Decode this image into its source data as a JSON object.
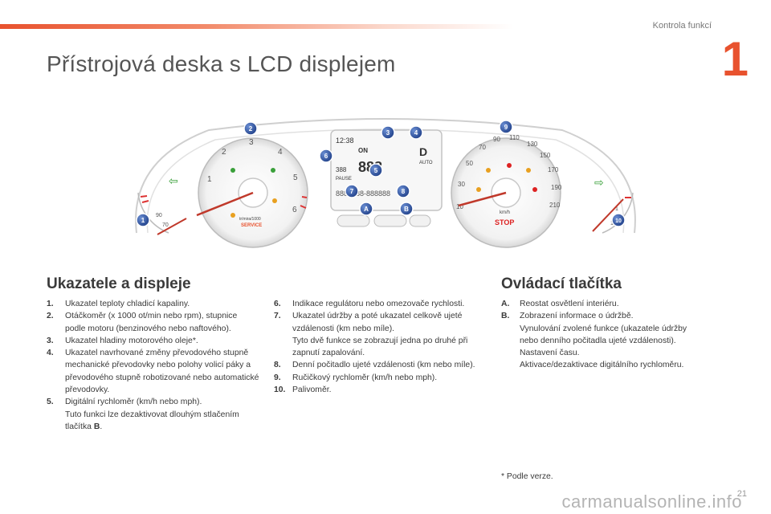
{
  "header": {
    "section_label": "Kontrola funkcí",
    "chapter_number": "1",
    "page_number": "21",
    "accent_color": "#e8522e"
  },
  "page": {
    "title": "Přístrojová deska s LCD displejem"
  },
  "cluster": {
    "tach_unit": "tr/mira/1000",
    "service_label": "SERVICE",
    "speed_unit": "km/h",
    "stop_label": "STOP",
    "pause_label": "PAUSE",
    "on_label": "ON",
    "auto_label": "AUTO",
    "time_display": "12:38",
    "gear_display": "D",
    "speed_digits": "888",
    "markers": [
      "1",
      "2",
      "3",
      "4",
      "5",
      "6",
      "7",
      "8",
      "9",
      "10",
      "A",
      "B"
    ]
  },
  "indicators": {
    "heading": "Ukazatele a displeje",
    "items": [
      {
        "num": "1.",
        "text": "Ukazatel teploty chladicí kapaliny."
      },
      {
        "num": "2.",
        "text": "Otáčkoměr (x 1000 ot/min nebo rpm), stupnice podle motoru (benzinového nebo naftového)."
      },
      {
        "num": "3.",
        "text": "Ukazatel hladiny motorového oleje*."
      },
      {
        "num": "4.",
        "text": "Ukazatel navrhované změny převodového stupně mechanické převodovky nebo polohy volicí páky a převodového stupně robotizované nebo automatické převodovky."
      },
      {
        "num": "5.",
        "text": "Digitální rychloměr (km/h nebo mph).",
        "text2": "Tuto funkci lze dezaktivovat dlouhým stlačením tlačítka ",
        "bold": "B",
        "tail": "."
      }
    ],
    "items2": [
      {
        "num": "6.",
        "text": "Indikace regulátoru nebo omezovače rychlosti."
      },
      {
        "num": "7.",
        "text": "Ukazatel údržby a poté ukazatel celkově ujeté vzdálenosti (km nebo míle).",
        "text2": "Tyto dvě funkce se zobrazují jedna po druhé při zapnutí zapalování."
      },
      {
        "num": "8.",
        "text": "Denní počitadlo ujeté vzdálenosti (km nebo míle)."
      },
      {
        "num": "9.",
        "text": "Ručičkový rychloměr (km/h nebo mph)."
      },
      {
        "num": "10.",
        "text": "Palivoměr."
      }
    ]
  },
  "controls": {
    "heading": "Ovládací tlačítka",
    "items": [
      {
        "num": "A.",
        "text": "Reostat osvětlení interiéru."
      },
      {
        "num": "B.",
        "text": "Zobrazení informace o údržbě.",
        "text2": "Vynulování zvolené funkce (ukazatele údržby nebo denního počitadla ujeté vzdálenosti).",
        "text3": "Nastavení času.",
        "text4": "Aktivace/dezaktivace digitálního rychloměru."
      }
    ],
    "footnote": "* Podle verze."
  },
  "watermark": "carmanualsonline.info"
}
